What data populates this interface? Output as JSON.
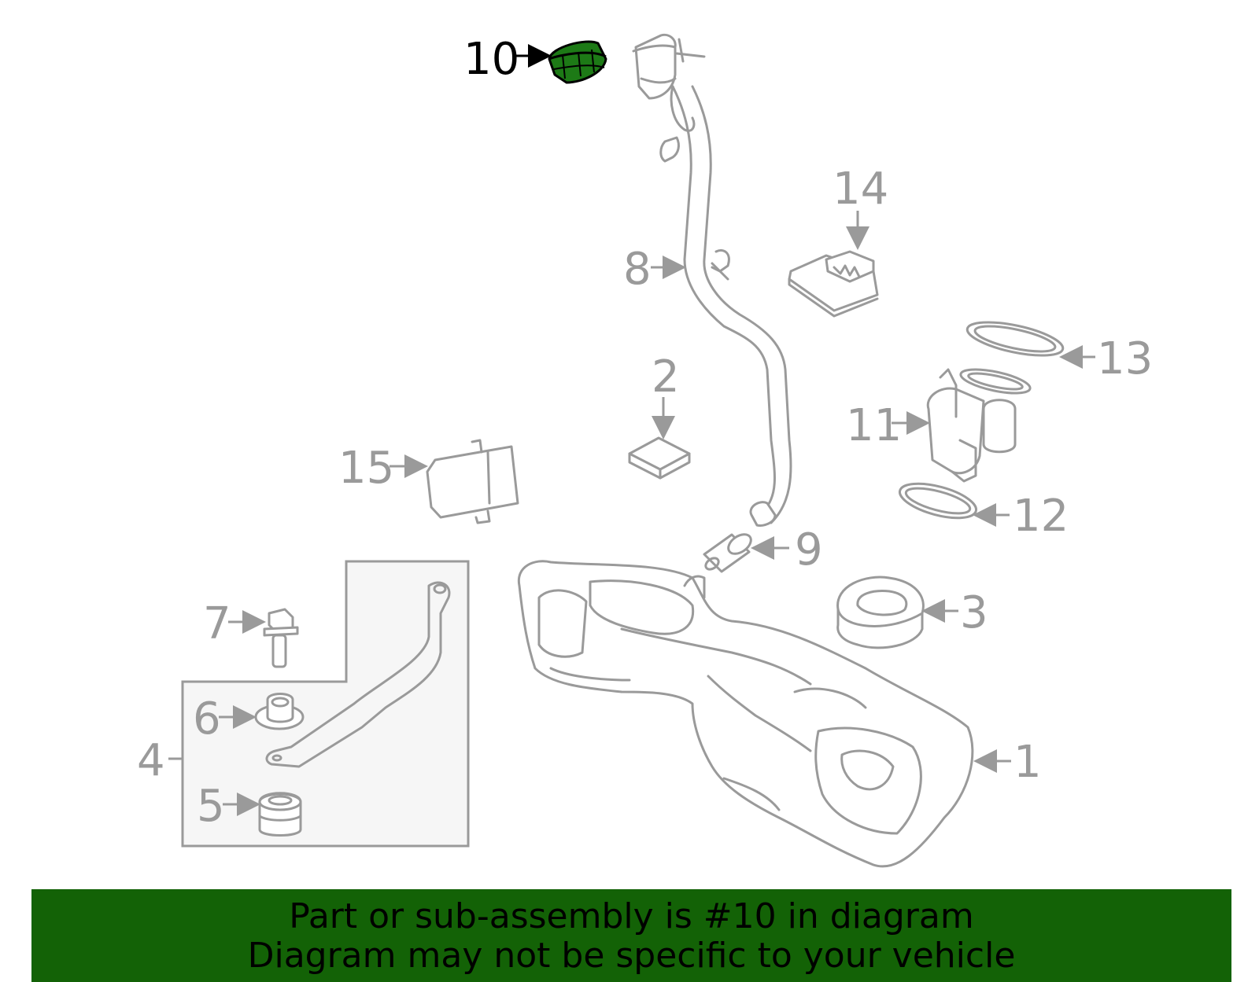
{
  "callouts": {
    "c1": "1",
    "c2": "2",
    "c3": "3",
    "c4": "4",
    "c5": "5",
    "c6": "6",
    "c7": "7",
    "c8": "8",
    "c9": "9",
    "c10": "10",
    "c11": "11",
    "c12": "12",
    "c13": "13",
    "c14": "14",
    "c15": "15"
  },
  "highlight": {
    "part": "10",
    "color": "#136206"
  },
  "colors": {
    "line": "#9a9a9a",
    "banner": "#136206",
    "inset_fill": "#f6f6f6"
  },
  "banner": {
    "line1": "Part or sub-assembly is #10 in diagram",
    "line2": "Diagram may not be specific to your vehicle"
  }
}
